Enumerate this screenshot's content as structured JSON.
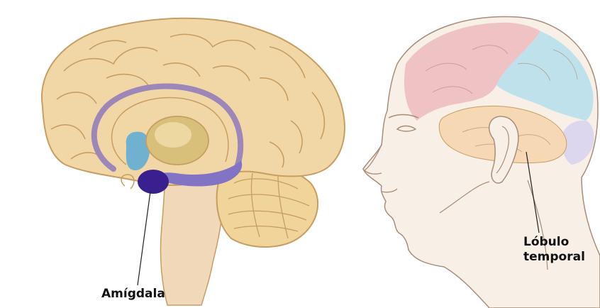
{
  "labels": {
    "amigdala": "Amígdala",
    "temporal_line1": "Lóbulo",
    "temporal_line2": "temporal"
  },
  "colors": {
    "cortex": "#f2d7a6",
    "cortex_outline": "#c79e62",
    "limbic_band": "#9d86b8",
    "hippocampus": "#8273c4",
    "amygdala": "#3a1f8f",
    "thalamus": "#d9c07a",
    "ventricle": "#6fb1cf",
    "cerebellum": "#f0d49a",
    "brainstem": "#f1d8b8",
    "skin": "#f8efe6",
    "skin_outline": "#a78d7a",
    "frontal_lobe": "#efc3c4",
    "parietal_lobe": "#bfe1ec",
    "occipital_lobe": "#dcd7ef",
    "temporal_lobe": "#f6d8b4"
  }
}
